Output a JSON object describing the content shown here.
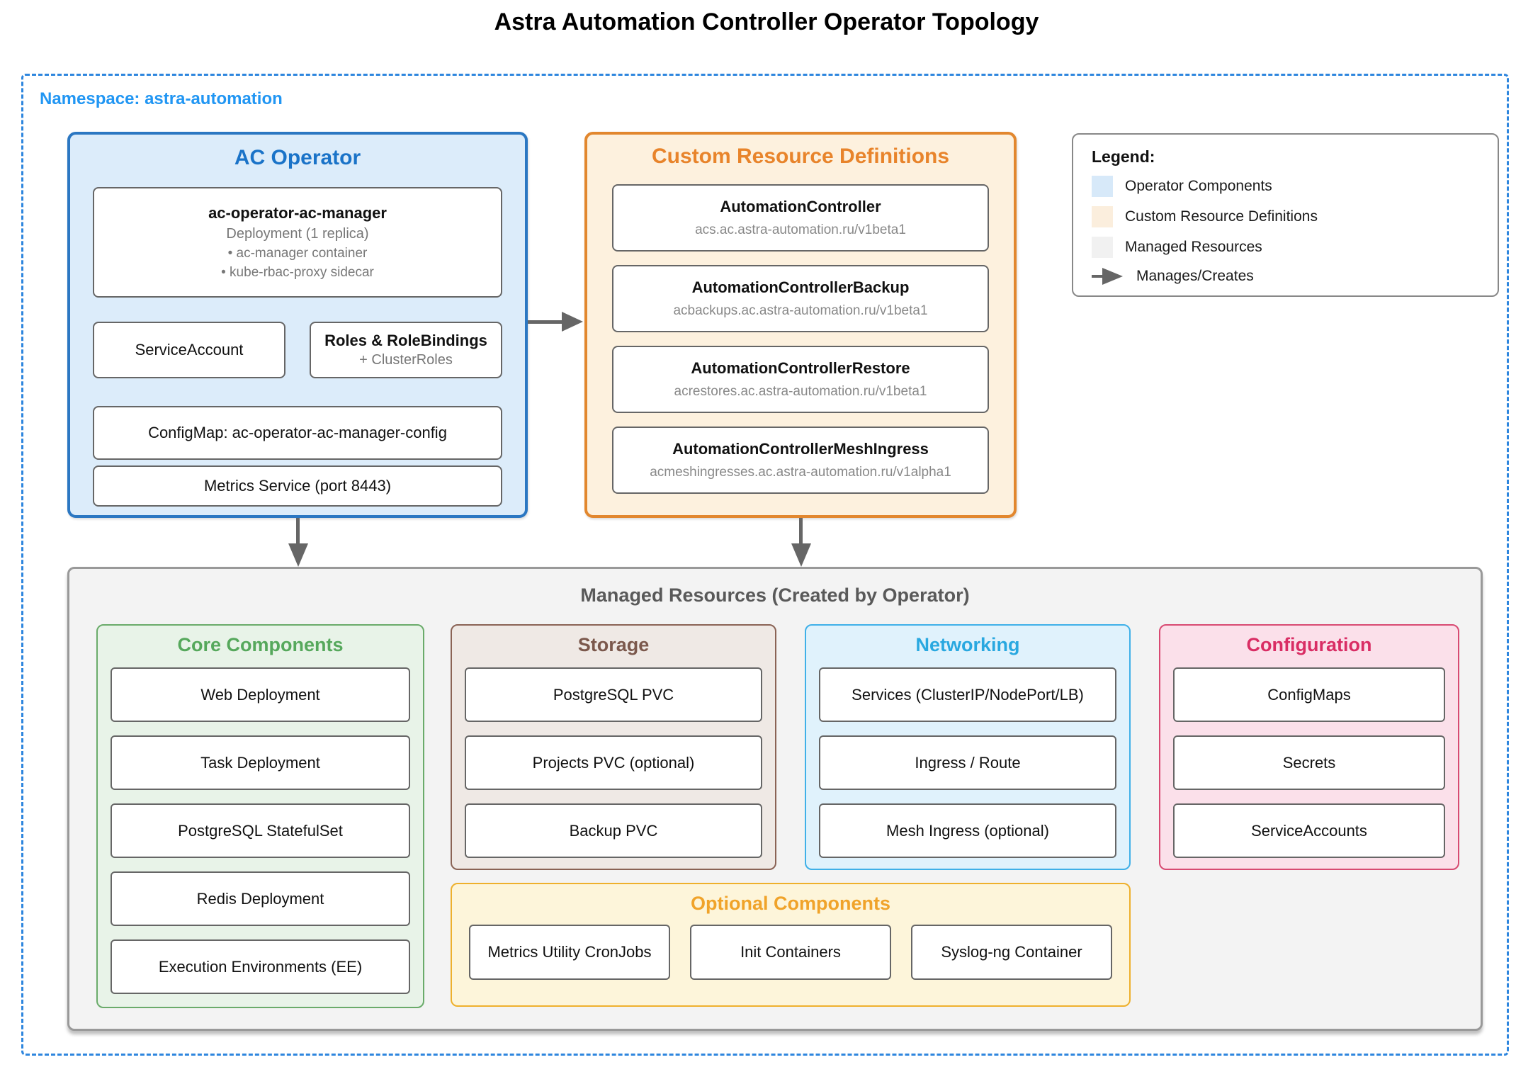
{
  "title": "Astra Automation Controller Operator Topology",
  "namespace": {
    "label": "Namespace: astra-automation"
  },
  "operator": {
    "title": "AC Operator",
    "manager": {
      "name": "ac-operator-ac-manager",
      "kind": "Deployment (1 replica)",
      "containers": [
        "• ac-manager container",
        "• kube-rbac-proxy sidecar"
      ]
    },
    "service_account": "ServiceAccount",
    "roles": {
      "title": "Roles & RoleBindings",
      "sub": "+ ClusterRoles"
    },
    "configmap": "ConfigMap: ac-operator-ac-manager-config",
    "metrics": "Metrics Service (port 8443)"
  },
  "crds": {
    "title": "Custom Resource Definitions",
    "items": [
      {
        "name": "AutomationController",
        "api": "acs.ac.astra-automation.ru/v1beta1"
      },
      {
        "name": "AutomationControllerBackup",
        "api": "acbackups.ac.astra-automation.ru/v1beta1"
      },
      {
        "name": "AutomationControllerRestore",
        "api": "acrestores.ac.astra-automation.ru/v1beta1"
      },
      {
        "name": "AutomationControllerMeshIngress",
        "api": "acmeshingresses.ac.astra-automation.ru/v1alpha1"
      }
    ]
  },
  "legend": {
    "title": "Legend:",
    "items": [
      {
        "label": "Operator Components",
        "swatch": "#d7e9f9"
      },
      {
        "label": "Custom Resource Definitions",
        "swatch": "#fbeedd"
      },
      {
        "label": "Managed Resources",
        "swatch": "#f1f1f1"
      },
      {
        "label": "Manages/Creates",
        "swatch": "arrow"
      }
    ]
  },
  "managed": {
    "title": "Managed Resources (Created by Operator)",
    "core": {
      "title": "Core Components",
      "items": [
        "Web Deployment",
        "Task Deployment",
        "PostgreSQL StatefulSet",
        "Redis Deployment",
        "Execution Environments (EE)"
      ]
    },
    "storage": {
      "title": "Storage",
      "items": [
        "PostgreSQL PVC",
        "Projects PVC (optional)",
        "Backup PVC"
      ]
    },
    "networking": {
      "title": "Networking",
      "items": [
        "Services (ClusterIP/NodePort/LB)",
        "Ingress / Route",
        "Mesh Ingress (optional)"
      ]
    },
    "configuration": {
      "title": "Configuration",
      "items": [
        "ConfigMaps",
        "Secrets",
        "ServiceAccounts"
      ]
    },
    "optional": {
      "title": "Optional Components",
      "items": [
        "Metrics Utility CronJobs",
        "Init Containers",
        "Syslog-ng Container"
      ]
    }
  },
  "colors": {
    "namespace_border": "#2e86de",
    "namespace_label": "#2196f3",
    "operator_fill": "#dcecfa",
    "operator_border": "#2b77c2",
    "operator_title": "#1a73c8",
    "crd_fill": "#fdf1de",
    "crd_border": "#e2872e",
    "crd_title": "#e8842b",
    "managed_fill": "#f3f3f3",
    "managed_border": "#999999",
    "core_title": "#56a85c",
    "storage_title": "#7b584c",
    "networking_title": "#29a8e0",
    "configuration_title": "#d92d64",
    "optional_title": "#f0a32a",
    "arrow": "#666666"
  }
}
